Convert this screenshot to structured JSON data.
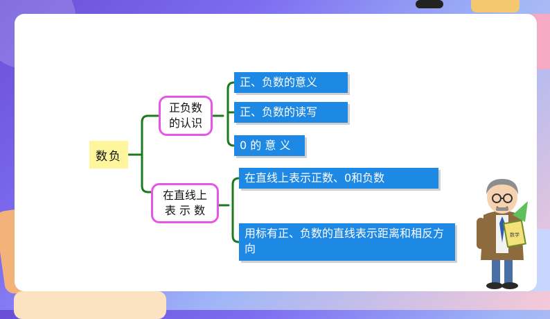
{
  "root": {
    "label": "数负"
  },
  "topics": [
    {
      "line1": "正负数",
      "line2": "的认识"
    },
    {
      "line1": "在直线上",
      "line2": "表 示 数"
    }
  ],
  "leaves": [
    {
      "text": "正、负数的意义"
    },
    {
      "text": "正、负数的读写"
    },
    {
      "text": "0 的 意 义"
    },
    {
      "text": "在直线上表示正数、0和负数"
    },
    {
      "text": "用标有正、负数的直线表示距离和相反方向"
    }
  ],
  "teacher": {
    "book_label": "数学"
  },
  "colors": {
    "connector": "#1b7a1b",
    "leaf_bg": "#1e88e5",
    "topic_border": "#e655e6",
    "root_bg": "#fff59d"
  }
}
